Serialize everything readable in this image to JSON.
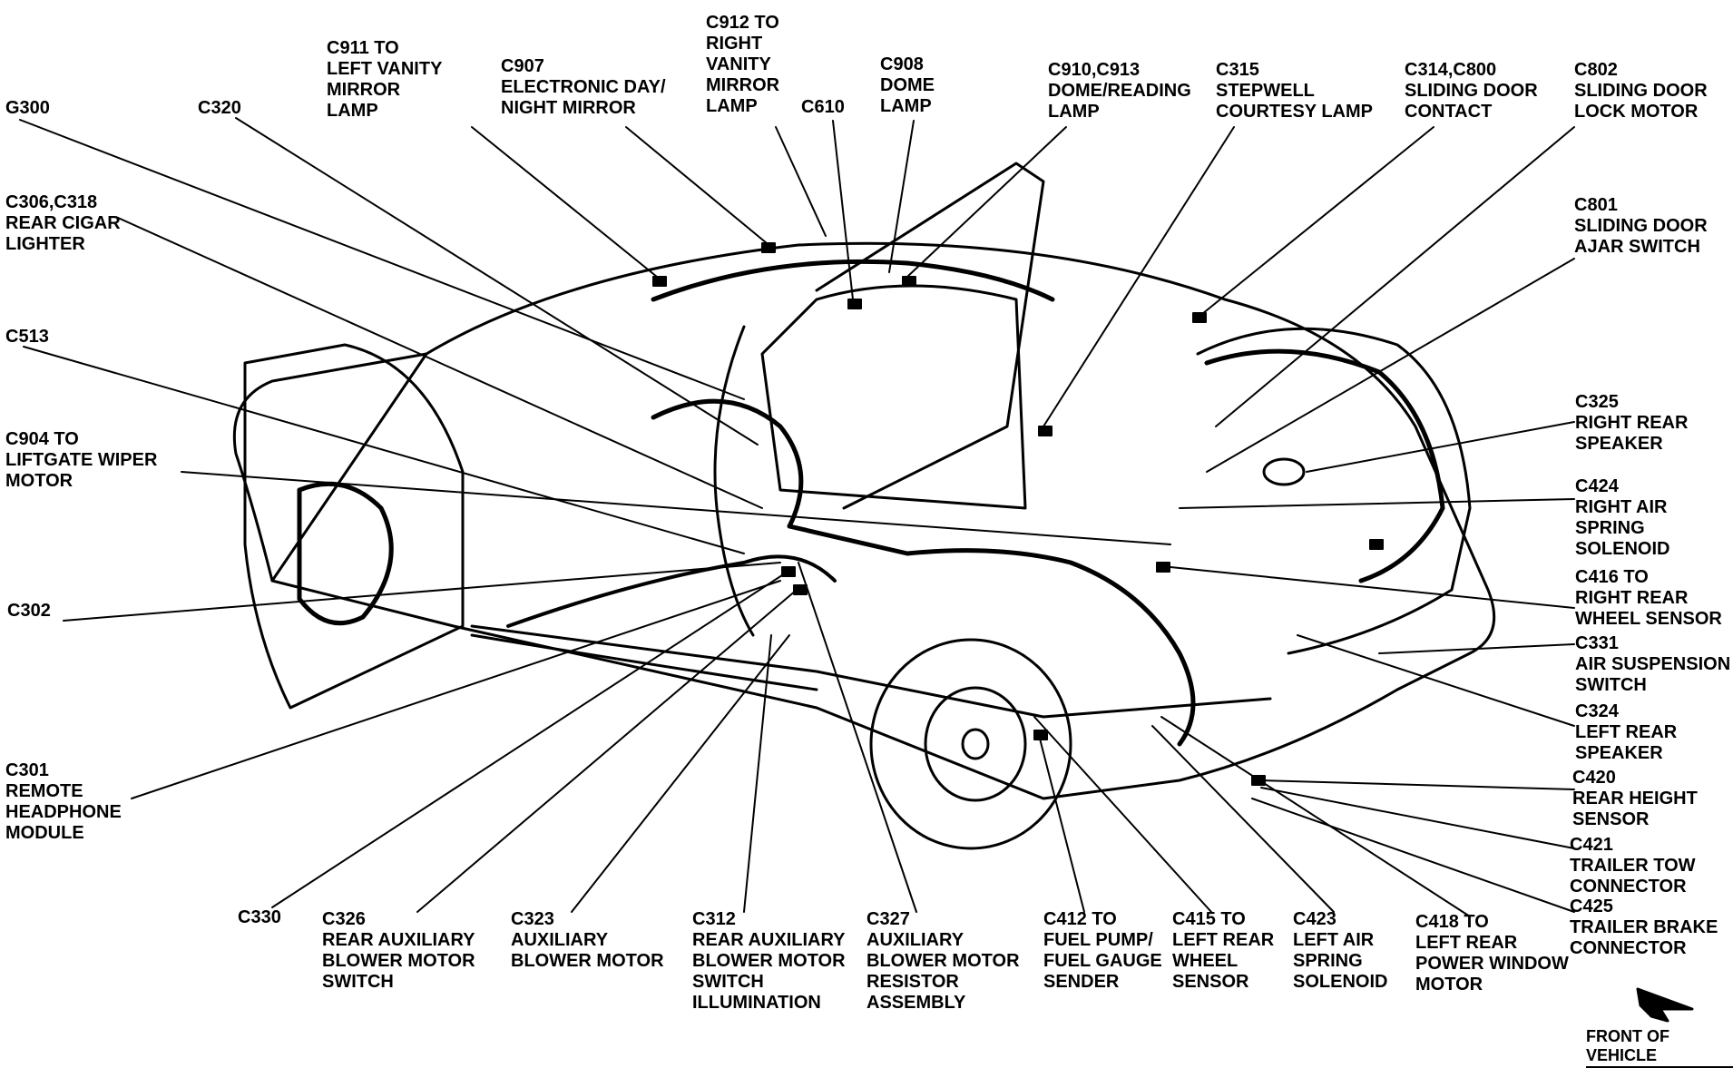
{
  "diagram": {
    "labels": [
      {
        "id": "c911",
        "lines": [
          "C911 TO",
          "LEFT VANITY",
          "MIRROR",
          "LAMP"
        ]
      },
      {
        "id": "c907",
        "lines": [
          "C907",
          "ELECTRONIC DAY/",
          "NIGHT MIRROR"
        ]
      },
      {
        "id": "c912",
        "lines": [
          "C912 TO",
          "RIGHT",
          "VANITY",
          "MIRROR",
          "LAMP"
        ]
      },
      {
        "id": "c610",
        "lines": [
          "C610"
        ]
      },
      {
        "id": "c908",
        "lines": [
          "C908",
          "DOME",
          "LAMP"
        ]
      },
      {
        "id": "c910",
        "lines": [
          "C910,C913",
          "DOME/READING",
          "LAMP"
        ]
      },
      {
        "id": "c315",
        "lines": [
          "C315",
          "STEPWELL",
          "COURTESY LAMP"
        ]
      },
      {
        "id": "c314",
        "lines": [
          "C314,C800",
          "SLIDING DOOR",
          "CONTACT"
        ]
      },
      {
        "id": "c802",
        "lines": [
          "C802",
          "SLIDING DOOR",
          "LOCK MOTOR"
        ]
      },
      {
        "id": "g300",
        "lines": [
          "G300"
        ]
      },
      {
        "id": "c320",
        "lines": [
          "C320"
        ]
      },
      {
        "id": "c306",
        "lines": [
          "C306,C318",
          "REAR CIGAR",
          "LIGHTER"
        ]
      },
      {
        "id": "c801",
        "lines": [
          "C801",
          "SLIDING DOOR",
          "AJAR SWITCH"
        ]
      },
      {
        "id": "c513",
        "lines": [
          "C513"
        ]
      },
      {
        "id": "c325",
        "lines": [
          "C325",
          "RIGHT REAR",
          "SPEAKER"
        ]
      },
      {
        "id": "c904",
        "lines": [
          "C904 TO",
          "LIFTGATE WIPER",
          "MOTOR"
        ]
      },
      {
        "id": "c424",
        "lines": [
          "C424",
          "RIGHT AIR",
          "SPRING",
          "SOLENOID"
        ]
      },
      {
        "id": "c416",
        "lines": [
          "C416 TO",
          "RIGHT REAR",
          "WHEEL SENSOR"
        ]
      },
      {
        "id": "c302",
        "lines": [
          "C302"
        ]
      },
      {
        "id": "c331",
        "lines": [
          "C331",
          "AIR SUSPENSION",
          "SWITCH"
        ]
      },
      {
        "id": "c324",
        "lines": [
          "C324",
          "LEFT REAR",
          "SPEAKER"
        ]
      },
      {
        "id": "c301",
        "lines": [
          "C301",
          "REMOTE",
          "HEADPHONE",
          "MODULE"
        ]
      },
      {
        "id": "c420",
        "lines": [
          "C420",
          "REAR HEIGHT",
          "SENSOR"
        ]
      },
      {
        "id": "c421",
        "lines": [
          "C421",
          "TRAILER TOW",
          "CONNECTOR"
        ]
      },
      {
        "id": "c425",
        "lines": [
          "C425",
          "TRAILER BRAKE",
          "CONNECTOR"
        ]
      },
      {
        "id": "c330",
        "lines": [
          "C330"
        ]
      },
      {
        "id": "c326",
        "lines": [
          "C326",
          "REAR AUXILIARY",
          "BLOWER MOTOR",
          "SWITCH"
        ]
      },
      {
        "id": "c323",
        "lines": [
          "C323",
          "AUXILIARY",
          "BLOWER MOTOR"
        ]
      },
      {
        "id": "c312",
        "lines": [
          "C312",
          "REAR AUXILIARY",
          "BLOWER MOTOR",
          "SWITCH",
          "ILLUMINATION"
        ]
      },
      {
        "id": "c327",
        "lines": [
          "C327",
          "AUXILIARY",
          "BLOWER MOTOR",
          "RESISTOR",
          "ASSEMBLY"
        ]
      },
      {
        "id": "c412",
        "lines": [
          "C412 TO",
          "FUEL PUMP/",
          "FUEL GAUGE",
          "SENDER"
        ]
      },
      {
        "id": "c415",
        "lines": [
          "C415 TO",
          "LEFT REAR",
          "WHEEL",
          "SENSOR"
        ]
      },
      {
        "id": "c423",
        "lines": [
          "C423",
          "LEFT AIR",
          "SPRING",
          "SOLENOID"
        ]
      },
      {
        "id": "c418",
        "lines": [
          "C418 TO",
          "LEFT REAR",
          "POWER WINDOW",
          "MOTOR"
        ]
      }
    ],
    "footer": "FRONT OF VEHICLE"
  }
}
